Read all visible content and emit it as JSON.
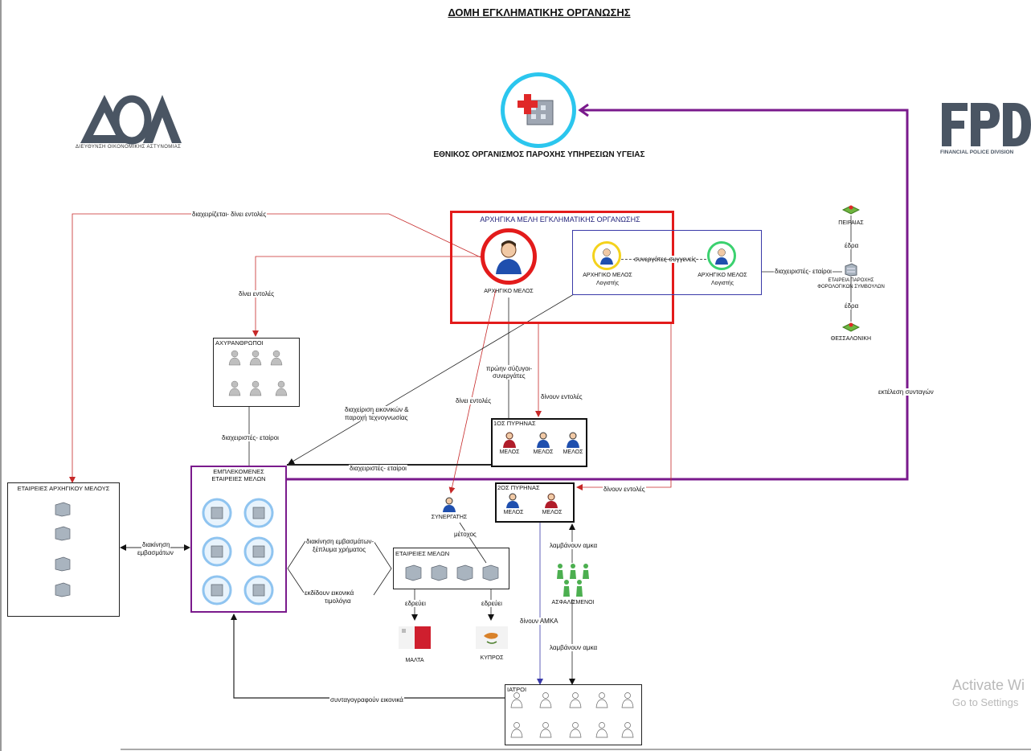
{
  "title": "ΔΟΜΗ ΕΓΚΛΗΜΑΤΙΚΗΣ ΟΡΓΑΝΩΣΗΣ",
  "logos": {
    "left_text": "ΔΙΕΥΘΥΝΣΗ ΟΙΚΟΝΟΜΙΚΗΣ ΑΣΤΥΝΟΜΙΑΣ",
    "right_text": "FINANCIAL POLICE DIVISION"
  },
  "health_org": {
    "label": "ΕΘΝΙΚΟΣ ΟΡΓΑΝΙΣΜΟΣ ΠΑΡΟΧΗΣ ΥΠΗΡΕΣΙΩΝ ΥΓΕΙΑΣ"
  },
  "leaders_box": {
    "title": "ΑΡΧΗΓΙΚΑ ΜΕΛΗ ΕΓΚΛΗΜΑΤΙΚΗΣ ΟΡΓΑΝΩΣΗΣ",
    "leader": "ΑΡΧΗΓΙΚΟ ΜΕΛΟΣ",
    "member_a_line1": "ΑΡΧΗΓΙΚΟ ΜΕΛΟΣ",
    "member_a_line2": "Λογιστής",
    "member_b_line1": "ΑΡΧΗΓΙΚΟ ΜΕΛΟΣ",
    "member_b_line2": "Λογιστής",
    "relation": "συνεργάτες-συγγενείς"
  },
  "firm": {
    "piraeus": "ΠΕΙΡΑΙΑΣ",
    "seat_top": "έδρα",
    "name_line1": "ΕΤΑΙΡΕΙΑ ΠΑΡΟΧΗΣ",
    "name_line2": "ΦΟΡΟΛΟΓΙΚΩΝ ΣΥΜΒΟΥΛΩΝ",
    "seat_bottom": "έδρα",
    "thessaloniki": "ΘΕΣΣΑΛΟΝΙΚΗ",
    "link": "διαχειριστές- εταίροι"
  },
  "strawmen": {
    "title": "ΑΧΥΡΑΝΘΡΩΠΟΙ"
  },
  "core1": {
    "title": "1ΟΣ ΠΥΡΗΝΑΣ",
    "members": [
      "ΜΕΛΟΣ",
      "ΜΕΛΟΣ",
      "ΜΕΛΟΣ"
    ]
  },
  "core2": {
    "title": "2ΟΣ ΠΥΡΗΝΑΣ",
    "members": [
      "ΜΕΛΟΣ",
      "ΜΕΛΟΣ"
    ]
  },
  "involved": {
    "line1": "ΕΜΠΛΕΚΟΜΕΝΕΣ",
    "line2": "ΕΤΑΙΡΕΙΕΣ ΜΕΛΩΝ"
  },
  "leader_companies": {
    "title": "ΕΤΑΙΡΕΙΕΣ ΑΡΧΗΓΙΚΟΥ ΜΕΛΟΥΣ"
  },
  "member_companies": {
    "title": "ΕΤΑΙΡΕΙΕΣ ΜΕΛΩΝ"
  },
  "partner": {
    "label": "ΣΥΝΕΡΓΑΤΗΣ"
  },
  "insured": {
    "label": "ΑΣΦΑΛΙΣΜΕΝΟΙ"
  },
  "doctors": {
    "title": "ΙΑΤΡΟΙ"
  },
  "countries": {
    "malta": "ΜΑΛΤΑ",
    "cyprus": "ΚΥΠΡΟΣ"
  },
  "edges": {
    "manages_orders": "διαχειρίζεται- δίνει εντολές",
    "gives_orders_1": "δίνει εντολές",
    "ex_spouses_1": "πρώην σύζυγοι-",
    "ex_spouses_2": "συνεργάτες",
    "gives_orders_2": "δίνει εντολές",
    "give_orders_1": "δίνουν εντολές",
    "managers_partners_1": "διαχειριστές- εταίροι",
    "managers_partners_2": "διαχειριστές- εταίροι",
    "mgmt_fictitious_1": "διαχείριση εικονικών &",
    "mgmt_fictitious_2": "παροχή τεχνογνωσίας",
    "give_orders_2": "δίνουν εντολές",
    "shareholder": "μέτοχος",
    "transfer_1": "διακίνηση",
    "transfer_2": "εμβασμάτων",
    "transfer_money_1": "διακίνηση εμβασμάτων-",
    "transfer_money_2": "ξέπλυμα χρήματος",
    "issue_invoices_1": "εκδίδουν εικονικά",
    "issue_invoices_2": "τιμολόγια",
    "seated_1": "εδρεύει",
    "seated_2": "εδρεύει",
    "receive_amka_1": "λαμβάνουν αμκα",
    "receive_amka_2": "λαμβάνουν αμκα",
    "give_amka": "δίνουν ΑΜΚΑ",
    "prescribe_fake": "συνταγογραφούν εικονικά",
    "prescriptions": "εκτέλεση συνταγών"
  },
  "watermark": {
    "line1": "Activate Wi",
    "line2": "Go to Settings"
  },
  "colors": {
    "red": "#e31b1b",
    "purple": "#7a1a8c",
    "navy": "#23237a",
    "dark_red": "#9b1c1c"
  }
}
